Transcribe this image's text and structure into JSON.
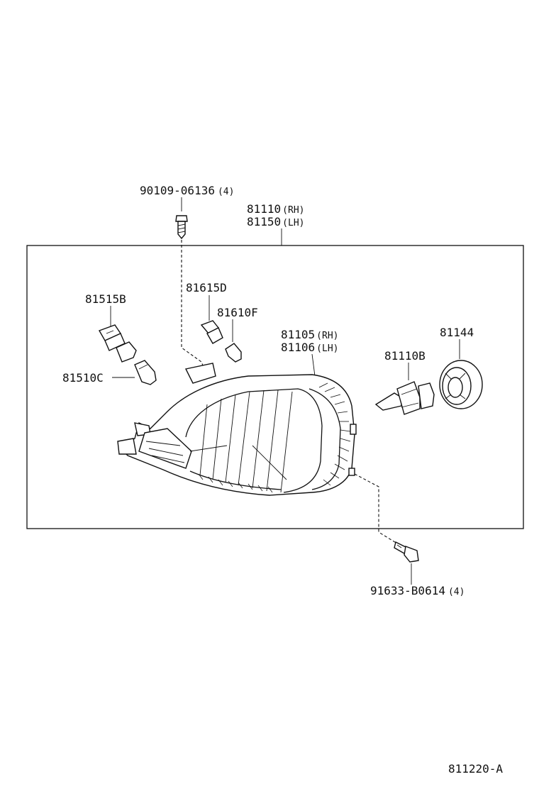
{
  "diagram_id": "811220-A",
  "parts": {
    "screw_top": {
      "number": "90109-06136",
      "qty": "(4)"
    },
    "assembly": {
      "line1": "81110",
      "side1": "(RH)",
      "line2": "81150",
      "side2": "(LH)"
    },
    "socket_left": {
      "number": "81515B"
    },
    "bulb_left": {
      "number": "81510C"
    },
    "socket_mid": {
      "number": "81615D"
    },
    "bulb_mid": {
      "number": "81610F"
    },
    "lens_housing": {
      "line1": "81105",
      "side1": "(RH)",
      "line2": "81106",
      "side2": "(LH)"
    },
    "bulb_main": {
      "number": "81110B"
    },
    "cover": {
      "number": "81144"
    },
    "screw_bottom": {
      "number": "91633-B0614",
      "qty": "(4)"
    }
  }
}
